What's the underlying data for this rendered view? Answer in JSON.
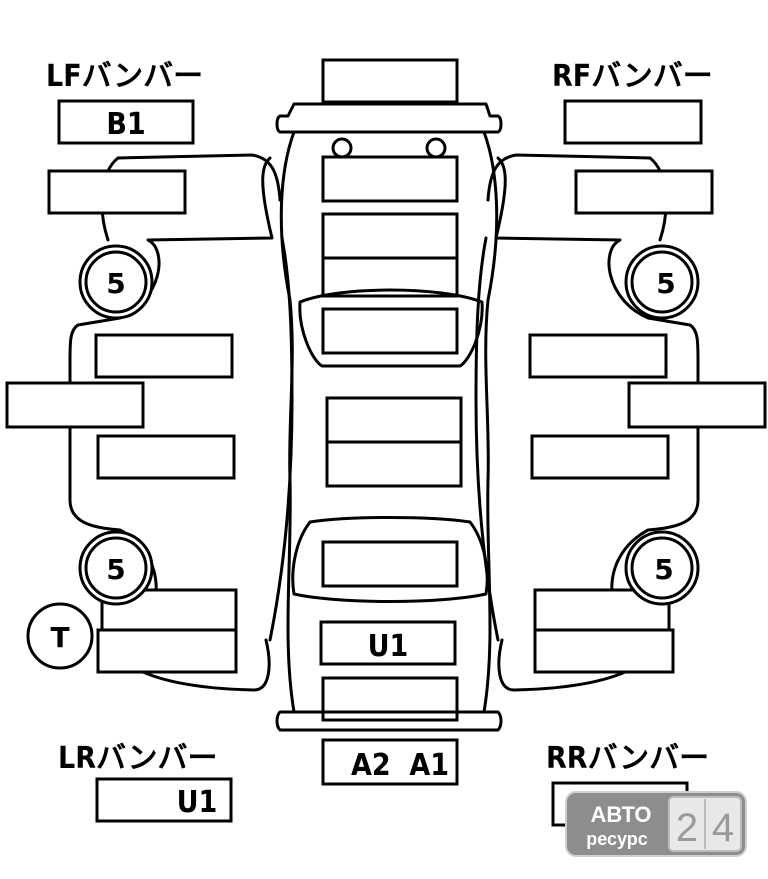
{
  "bumpers": {
    "lf_label": "LFバンバー",
    "rf_label": "RFバンバー",
    "lr_label": "LRバンバー",
    "rr_label": "RRバンバー",
    "lf_code": "B1",
    "lr_code": "U1",
    "rf_code": "",
    "rr_code": ""
  },
  "body": {
    "rear_panel_code": "U1",
    "rear_bumper_code": "A2  A1"
  },
  "wheels": {
    "left_front": "5",
    "right_front": "5",
    "left_rear": "5",
    "right_rear": "5",
    "left_rear_extra": "T"
  },
  "watermark": {
    "line1": "АВТО",
    "line2": "ресурс",
    "digit1": "2",
    "digit2": "4"
  }
}
